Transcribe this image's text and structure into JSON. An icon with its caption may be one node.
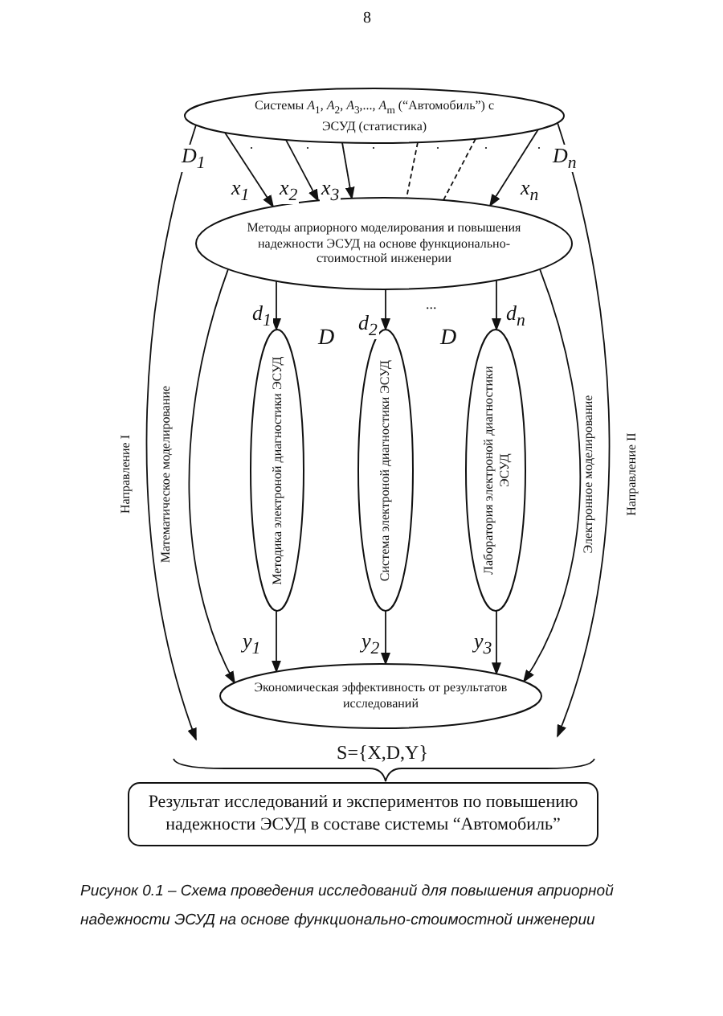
{
  "diagram": {
    "caption": "Рисунок 0.1 – Схема проведения исследований для повышения априорной надежности ЭСУД на основе функционально-стоимостной инженерии",
    "nodes": [
      {
        "text": [
          "Системы *A*$_{1}$, *A*$_{2}$, *A*$_{3}$,..., *A*$_{m}$ (“Автомобиль”) с ЭСУД (статистика)"
        ]
      },
      {
        "text": [
          "Методы априорного моделирования и повышения надежности ЭСУД на основе функционально-стоимостной инженерии"
        ]
      },
      {
        "text": [
          "Методика электроной диагностики ЭСУД"
        ]
      },
      {
        "text": [
          "Система электроной диагностики ЭСУД"
        ]
      },
      {
        "text": [
          "Лаборатория электроной диагностики ЭСУД"
        ]
      },
      {
        "text": [
          "Экономическая эффективность от результатов исследований"
        ]
      },
      {
        "text": [
          "Результат исследований и экспериментов по повышению надежности ЭСУД в составе системы “Автомобиль”"
        ]
      }
    ],
    "edges": [
      {
        "from": 0,
        "to": 1,
        "arrow": "to",
        "label": "x$_{1}$"
      },
      {
        "from": 0,
        "to": 1,
        "arrow": "to",
        "label": "x$_{2}$"
      },
      {
        "from": 0,
        "to": 1,
        "arrow": "to",
        "label": "x$_{3}$"
      },
      {
        "from": 0,
        "to": 1,
        "arrow": "to",
        "label": "x$_{n}$"
      },
      {
        "from": 0,
        "to": 1,
        "arrow": "none",
        "style": "dashed"
      },
      {
        "from": 0,
        "to": 1,
        "arrow": "none",
        "style": "dashed"
      },
      {
        "from": 0,
        "to": 6,
        "arrow": "to",
        "label": "D$_{1}$"
      },
      {
        "from": 0,
        "to": 6,
        "arrow": "to",
        "label": "D$_{n}$"
      },
      {
        "from": 1,
        "to": 5,
        "arrow": "to"
      },
      {
        "from": 1,
        "to": 5,
        "arrow": "to"
      },
      {
        "from": 1,
        "to": 2,
        "arrow": "to",
        "label": "d$_{1}$"
      },
      {
        "from": 1,
        "to": 3,
        "arrow": "to",
        "label": "d$_{2}$"
      },
      {
        "from": 1,
        "to": 4,
        "arrow": "to",
        "label": "d$_{n}$"
      },
      {
        "from": 2,
        "to": 5,
        "arrow": "to",
        "label": "y$_{1}$"
      },
      {
        "from": 3,
        "to": 5,
        "arrow": "to",
        "label": "y$_{2}$"
      },
      {
        "from": 4,
        "to": 5,
        "arrow": "to",
        "label": "y$_{3}$"
      }
    ],
    "labels": [
      "8",
      "·",
      "·",
      "·",
      "·",
      "·",
      "·",
      "...",
      "D",
      "D",
      "Направление I",
      "Математическое моделирование",
      "Электронное моделирование",
      "Направление II",
      "S={X,D,Y}"
    ]
  }
}
